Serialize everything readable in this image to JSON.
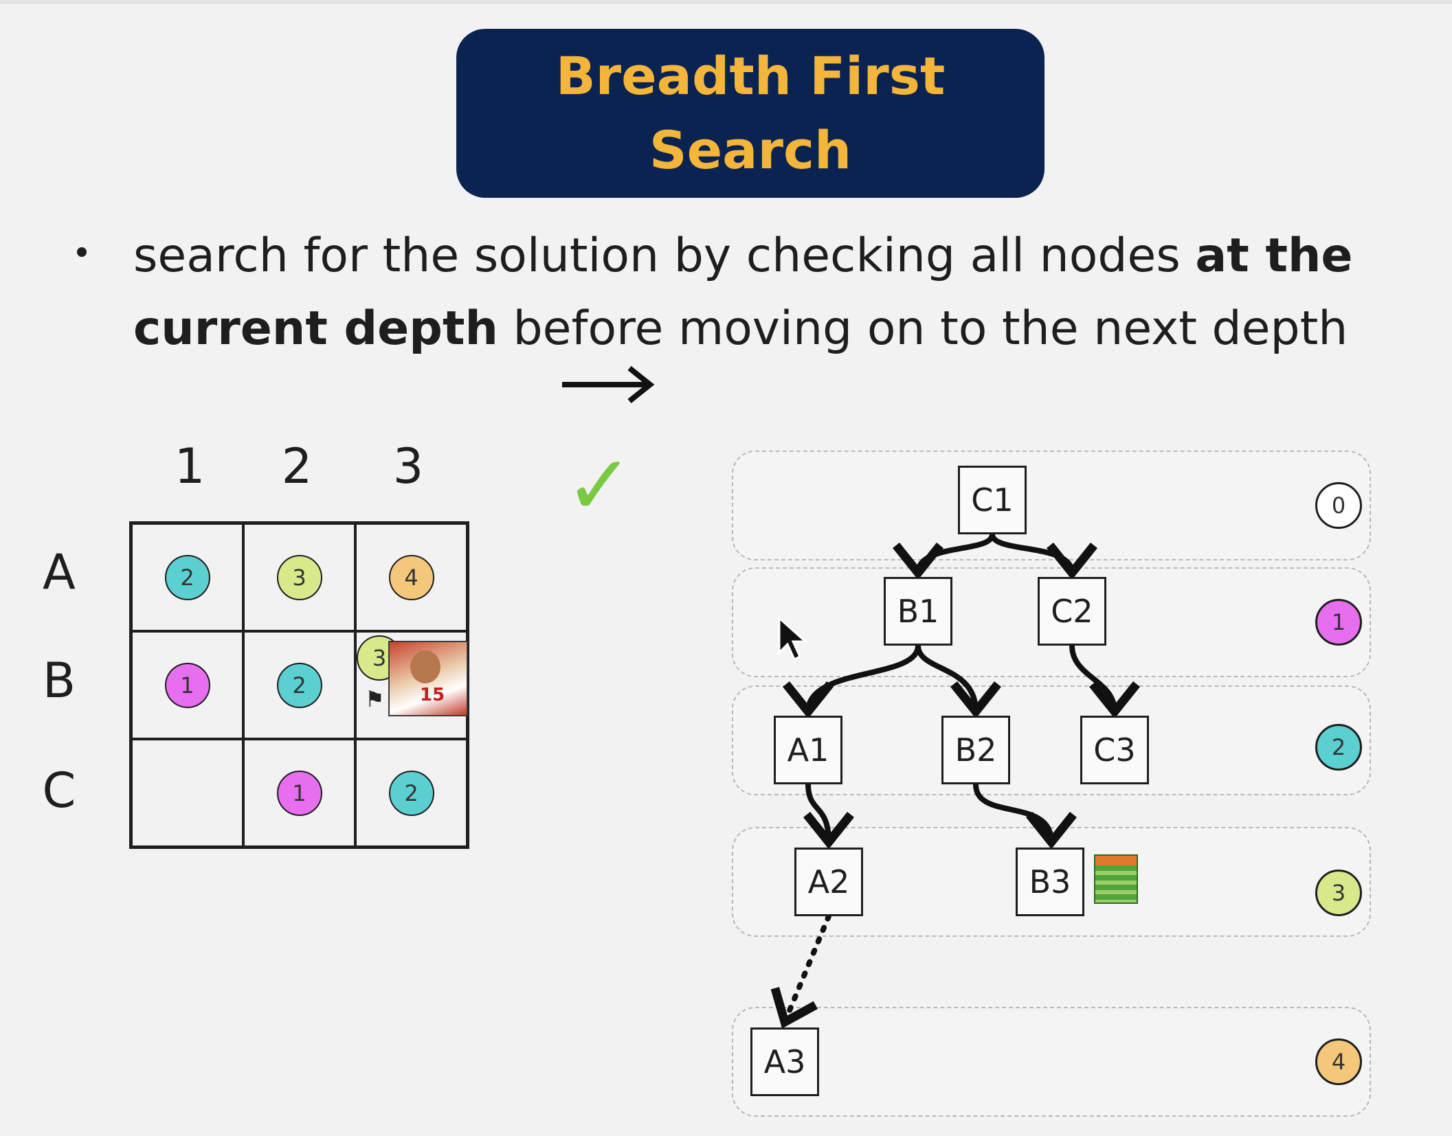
{
  "title": {
    "line1": "Breadth First",
    "line2": "Search"
  },
  "bullet": {
    "part1": "search for the solution by checking all nodes ",
    "bold1": "at the current depth",
    "part2": " before moving on to the next depth"
  },
  "grid": {
    "columns": [
      "1",
      "2",
      "3"
    ],
    "rows": [
      "A",
      "B",
      "C"
    ],
    "cells": [
      [
        {
          "value": "2",
          "color": "#5ccfd1"
        },
        {
          "value": "3",
          "color": "#d7e98a"
        },
        {
          "value": "4",
          "color": "#f5c77a"
        }
      ],
      [
        {
          "value": "1",
          "color": "#e86ef0"
        },
        {
          "value": "2",
          "color": "#5ccfd1"
        },
        {
          "value": "3",
          "color": "#d7e98a",
          "goal": true
        }
      ],
      [
        {
          "value": "",
          "color": ""
        },
        {
          "value": "1",
          "color": "#e86ef0"
        },
        {
          "value": "2",
          "color": "#5ccfd1"
        }
      ]
    ]
  },
  "tree": {
    "levels": [
      {
        "depth": "0",
        "color": "#ffffff"
      },
      {
        "depth": "1",
        "color": "#e86ef0"
      },
      {
        "depth": "2",
        "color": "#5ccfd1"
      },
      {
        "depth": "3",
        "color": "#d7e98a"
      },
      {
        "depth": "4",
        "color": "#f5c77a"
      }
    ],
    "nodes": [
      "C1",
      "B1",
      "C2",
      "A1",
      "B2",
      "C3",
      "A2",
      "B3",
      "A3"
    ],
    "edges": [
      [
        "C1",
        "B1"
      ],
      [
        "C1",
        "C2"
      ],
      [
        "B1",
        "A1"
      ],
      [
        "B1",
        "B2"
      ],
      [
        "C2",
        "C3"
      ],
      [
        "A1",
        "A2"
      ],
      [
        "B2",
        "B3"
      ],
      [
        "A2",
        "A3",
        "dotted"
      ]
    ]
  },
  "icons": [
    "bullet-dot",
    "arrow-right-icon",
    "checkmark-icon",
    "mouse-cursor-icon",
    "goal-zone-icon",
    "checkered-flag-icon",
    "player-photo"
  ]
}
